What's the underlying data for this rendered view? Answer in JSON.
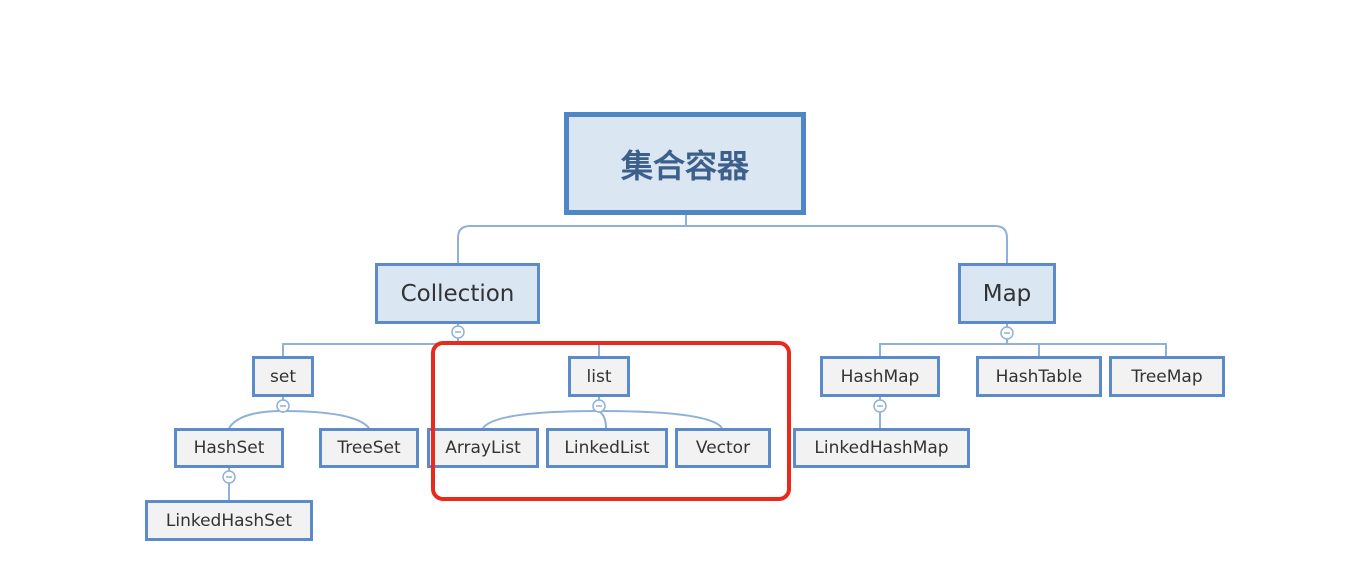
{
  "diagram": {
    "root": {
      "label": "集合容器"
    },
    "collection": {
      "label": "Collection"
    },
    "map": {
      "label": "Map"
    },
    "set": {
      "label": "set"
    },
    "list": {
      "label": "list"
    },
    "hashset": {
      "label": "HashSet"
    },
    "treeset": {
      "label": "TreeSet"
    },
    "linkedhashset": {
      "label": "LinkedHashSet"
    },
    "arraylist": {
      "label": "ArrayList"
    },
    "linkedlist": {
      "label": "LinkedList"
    },
    "vector": {
      "label": "Vector"
    },
    "hashmap": {
      "label": "HashMap"
    },
    "hashtable": {
      "label": "HashTable"
    },
    "treemap": {
      "label": "TreeMap"
    },
    "linkedhashmap": {
      "label": "LinkedHashMap"
    }
  },
  "colors": {
    "connector": "#8fb0d8",
    "node_border": "#5b8cc9",
    "node_fill": "#f2f2f2",
    "category_fill": "#dbe6f3",
    "root_text": "#3c5f8c",
    "highlight": "#e8291c"
  },
  "icons": {
    "collapse": "collapse-minus-icon"
  }
}
